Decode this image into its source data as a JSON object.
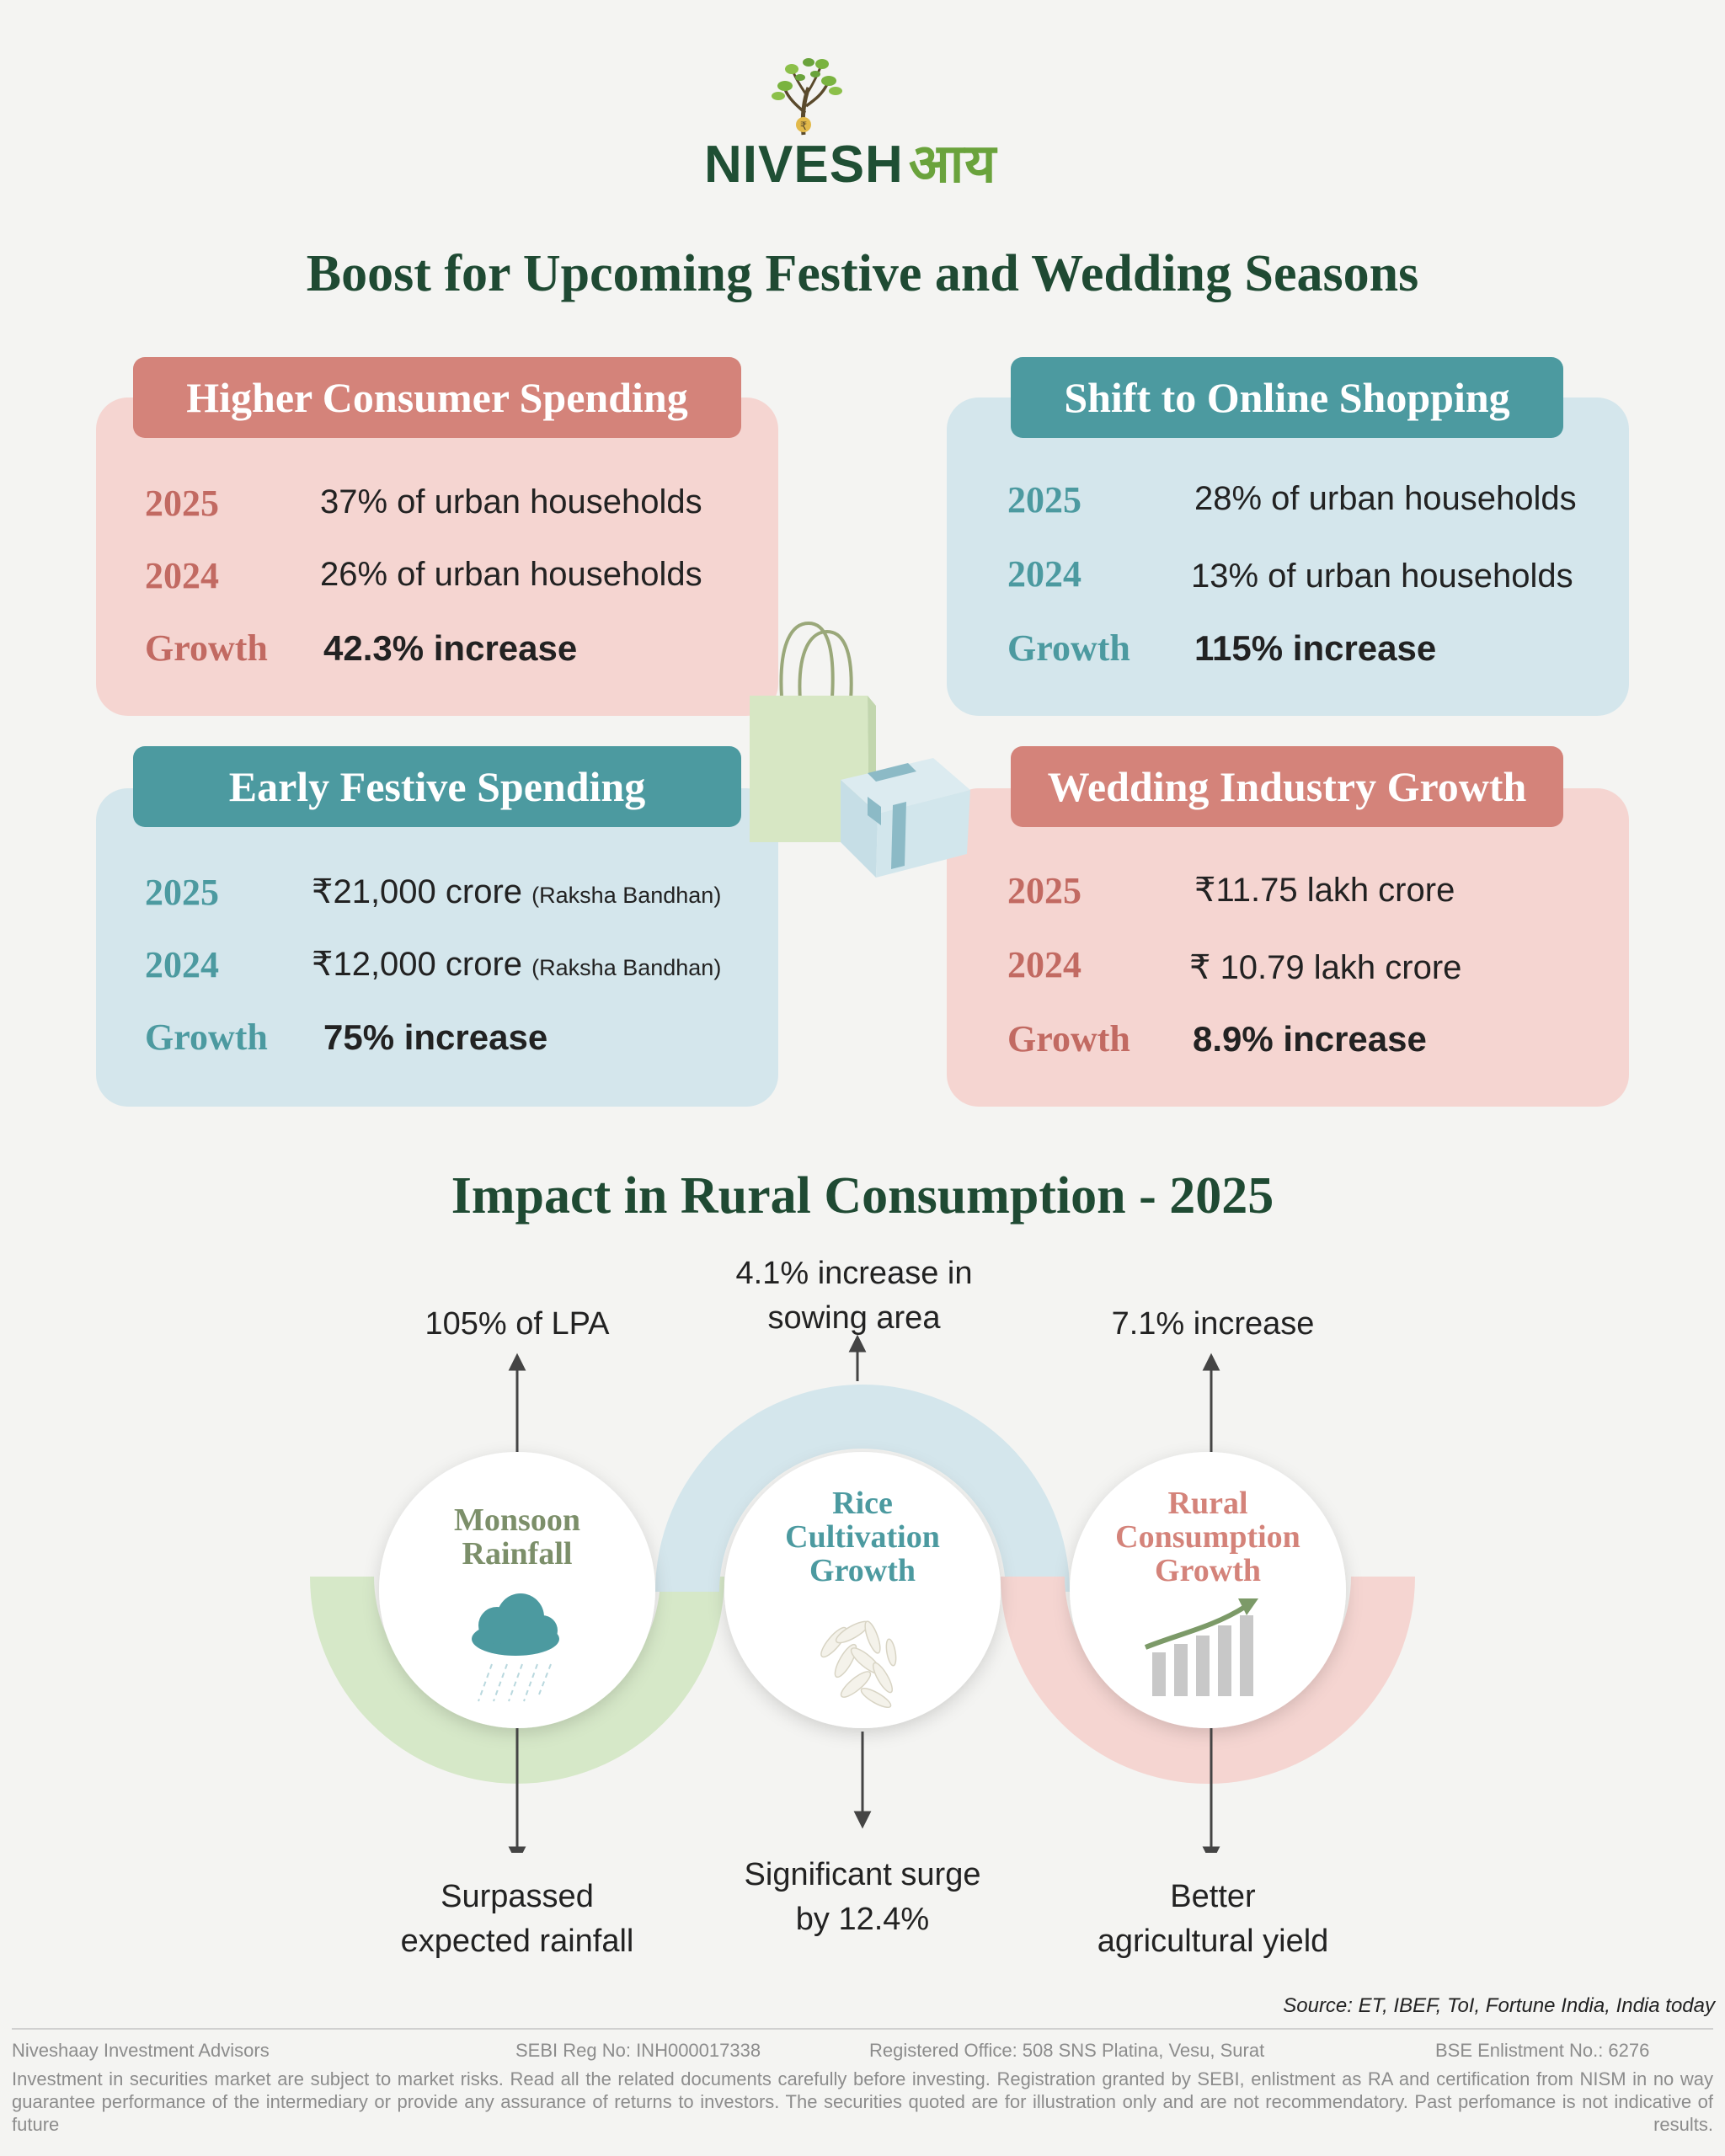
{
  "logo": {
    "brand": "NIVESH",
    "brand_hindi": "आय"
  },
  "main_title": "Boost for Upcoming Festive and Wedding Seasons",
  "cards": [
    {
      "title": "Higher Consumer Spending",
      "rows": [
        {
          "label": "2025",
          "value": "37% of urban households"
        },
        {
          "label": "2024",
          "value": "26% of urban households"
        },
        {
          "label": "Growth",
          "value": "42.3% increase"
        }
      ]
    },
    {
      "title": "Shift to Online Shopping",
      "rows": [
        {
          "label": "2025",
          "value": "28% of urban households"
        },
        {
          "label": "2024",
          "value": "13% of urban households"
        },
        {
          "label": "Growth",
          "value": "115% increase"
        }
      ]
    },
    {
      "title": "Early Festive Spending",
      "rows": [
        {
          "label": "2025",
          "value": "₹21,000 crore",
          "note": "(Raksha Bandhan)"
        },
        {
          "label": "2024",
          "value": "₹12,000 crore",
          "note": "(Raksha Bandhan)"
        },
        {
          "label": "Growth",
          "value": "75% increase"
        }
      ]
    },
    {
      "title": "Wedding Industry Growth",
      "rows": [
        {
          "label": "2025",
          "value": "₹11.75 lakh crore"
        },
        {
          "label": "2024",
          "value": "₹ 10.79 lakh crore"
        },
        {
          "label": "Growth",
          "value": "8.9% increase"
        }
      ]
    }
  ],
  "rural": {
    "title": "Impact in Rural Consumption - 2025",
    "items": [
      {
        "name_line1": "Monsoon",
        "name_line2": "Rainfall",
        "top": "105% of LPA",
        "bottom_line1": "Surpassed",
        "bottom_line2": "expected rainfall",
        "icon": "rain-cloud-icon",
        "color": "#7c8f6a"
      },
      {
        "name_line1": "Rice",
        "name_line2": "Cultivation",
        "name_line3": "Growth",
        "top_line1": "4.1% increase in",
        "top_line2": "sowing area",
        "bottom_line1": "Significant surge",
        "bottom_line2": "by 12.4%",
        "icon": "rice-grains-icon",
        "color": "#4c9aa0"
      },
      {
        "name_line1": "Rural",
        "name_line2": "Consumption",
        "name_line3": "Growth",
        "top": "7.1% increase",
        "bottom_line1": "Better",
        "bottom_line2": "agricultural yield",
        "icon": "growth-chart-icon",
        "color": "#d4837a"
      }
    ]
  },
  "source": "Source: ET, IBEF, ToI, Fortune India, India today",
  "footer": {
    "company": "Niveshaay Investment Advisors",
    "sebi": "SEBI Reg No: INH000017338",
    "office": "Registered Office: 508 SNS Platina, Vesu, Surat",
    "bse": "BSE Enlistment No.: 6276",
    "disclaimer": "Investment in securities market are subject to market risks. Read all the related documents carefully before investing. Registration granted by SEBI, enlistment as RA and certification from NISM in no way guarantee performance of the intermediary or provide any assurance of returns to investors. The securities quoted are for illustration only and are not recommendatory. Past perfomance is not indicative of future results."
  },
  "colors": {
    "dark_green": "#1f4a33",
    "pink_card": "#f5d5d1",
    "blue_card": "#d4e6ec",
    "red_banner": "#d4837a",
    "teal_banner": "#4c9aa0"
  }
}
